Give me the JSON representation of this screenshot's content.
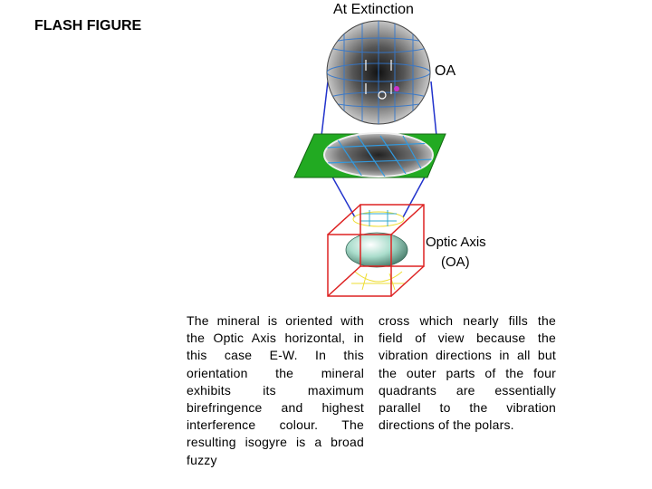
{
  "slide": {
    "title": "FLASH FIGURE"
  },
  "diagram": {
    "label_extinction": "At Extinction",
    "label_oa": "OA",
    "label_optic_axis": "Optic Axis",
    "label_optic_axis_abbrev": "(OA)",
    "colors": {
      "stage_green": "#22aa22",
      "crystal_box": "#dd2222",
      "connector": "#2233cc",
      "indicatrix": "#aaddcc",
      "grid_yellow": "#eedd33",
      "grid_blue": "#33aacc"
    }
  },
  "text": {
    "left_paragraph": "The mineral is oriented with the Optic Axis horizontal, in this case E-W. In this orientation the mineral exhibits its maximum birefringence and highest interference colour. The resulting isogyre is a broad fuzzy",
    "right_paragraph": "cross which nearly fills the field of view because the vibration directions in all but the outer parts of the four quadrants are essentially parallel to the vibration directions of the polars."
  }
}
